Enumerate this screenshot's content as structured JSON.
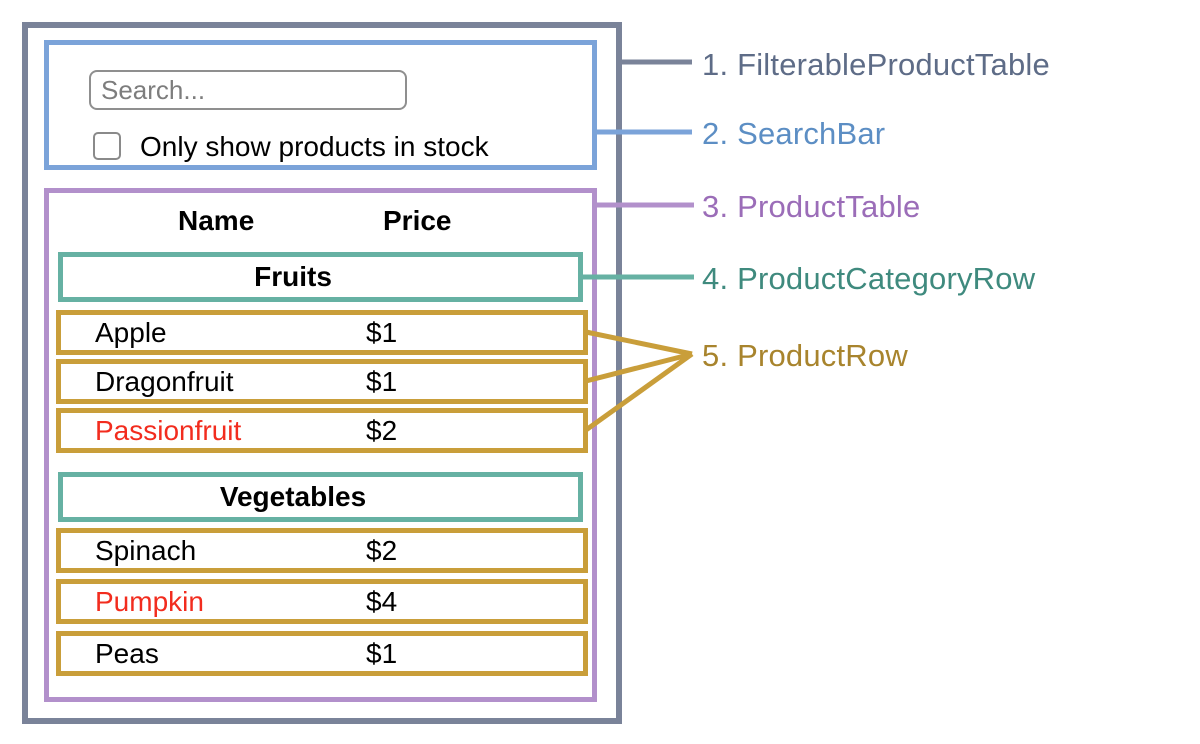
{
  "diagram": {
    "search_bar": {
      "input_placeholder": "Search...",
      "checkbox_label": "Only show products in stock",
      "checkbox_checked": false
    },
    "table": {
      "columns": [
        "Name",
        "Price"
      ],
      "sections": [
        {
          "category": "Fruits",
          "rows": [
            {
              "name": "Apple",
              "price": "$1",
              "highlight": false
            },
            {
              "name": "Dragonfruit",
              "price": "$1",
              "highlight": false
            },
            {
              "name": "Passionfruit",
              "price": "$2",
              "highlight": true
            }
          ]
        },
        {
          "category": "Vegetables",
          "rows": [
            {
              "name": "Spinach",
              "price": "$2",
              "highlight": false
            },
            {
              "name": "Pumpkin",
              "price": "$4",
              "highlight": true
            },
            {
              "name": "Peas",
              "price": "$1",
              "highlight": false
            }
          ]
        }
      ]
    },
    "legend": [
      {
        "label": "1. FilterableProductTable",
        "color": "#5e6c87"
      },
      {
        "label": "2. SearchBar",
        "color": "#5c8ec4"
      },
      {
        "label": "3. ProductTable",
        "color": "#9b6db8"
      },
      {
        "label": "4. ProductCategoryRow",
        "color": "#3f8a7e"
      },
      {
        "label": "5. ProductRow",
        "color": "#a8842d"
      }
    ],
    "colors": {
      "filterable_product_table_outline": "#7a8399",
      "search_bar_outline": "#7ba3d9",
      "product_table_outline": "#b290cb",
      "product_category_row_outline": "#66b1a3",
      "product_row_outline": "#c99e3a",
      "highlighted_product_text": "#f22c1e"
    }
  }
}
